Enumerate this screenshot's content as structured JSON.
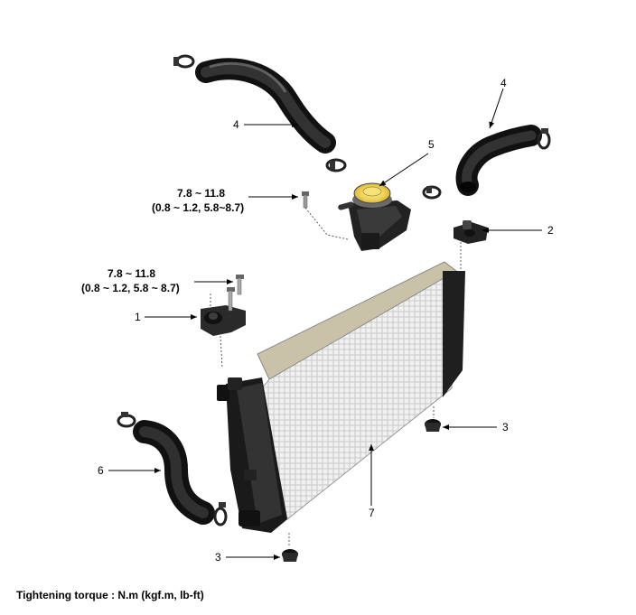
{
  "callouts": {
    "c1": "1",
    "c2": "2",
    "c3a": "3",
    "c3b": "3",
    "c4a": "4",
    "c4b": "4",
    "c5": "5",
    "c6": "6",
    "c7": "7"
  },
  "torque_upper": {
    "line1": "7.8 ~ 11.8",
    "line2": "(0.8 ~ 1.2, 5.8~8.7)"
  },
  "torque_lower": {
    "line1": "7.8 ~ 11.8",
    "line2": "(0.8 ~ 1.2, 5.8 ~ 8.7)"
  },
  "footnote": "Tightening torque : N.m (kgf.m, lb-ft)"
}
